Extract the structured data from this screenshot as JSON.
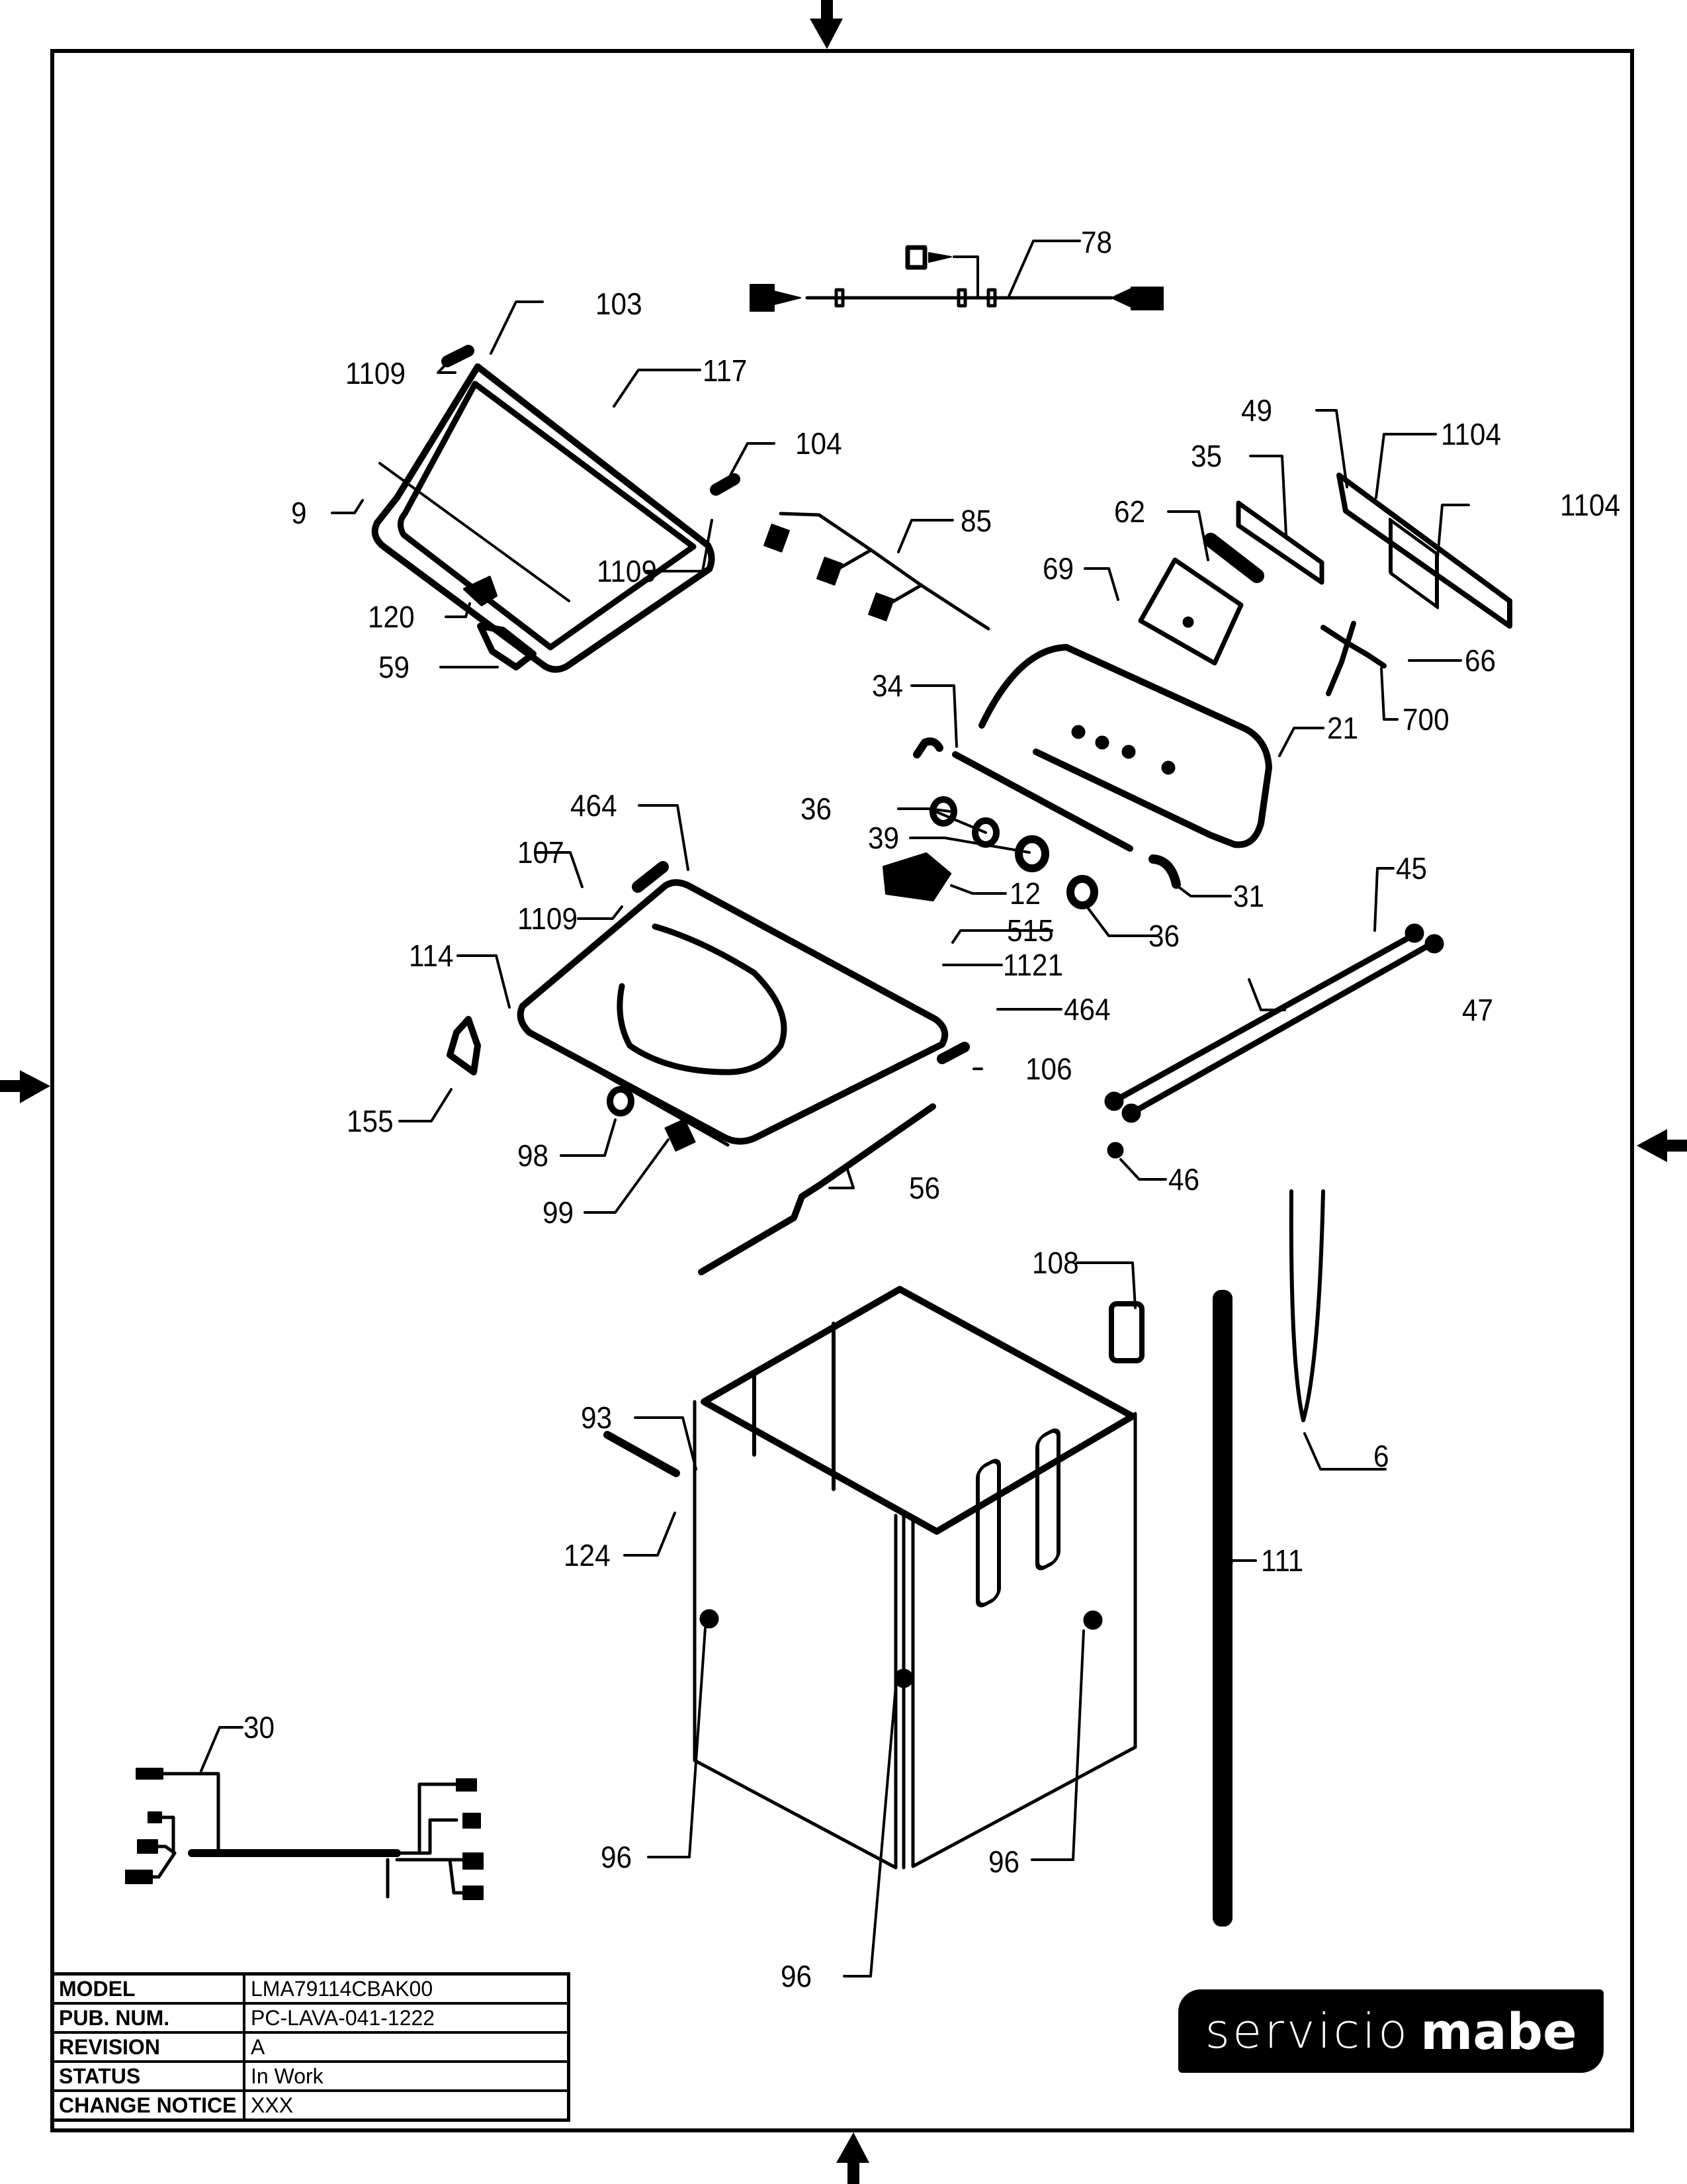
{
  "document": {
    "type": "exploded-parts-diagram",
    "subject": "top-load washing machine cabinet & console"
  },
  "callouts": [
    {
      "id": "c78",
      "label": "78"
    },
    {
      "id": "c103",
      "label": "103"
    },
    {
      "id": "c1109a",
      "label": "1109"
    },
    {
      "id": "c117",
      "label": "117"
    },
    {
      "id": "c104",
      "label": "104"
    },
    {
      "id": "c9",
      "label": "9"
    },
    {
      "id": "c1109b",
      "label": "1109"
    },
    {
      "id": "c120",
      "label": "120"
    },
    {
      "id": "c59",
      "label": "59"
    },
    {
      "id": "c85",
      "label": "85"
    },
    {
      "id": "c49",
      "label": "49"
    },
    {
      "id": "c1104a",
      "label": "1104"
    },
    {
      "id": "c1104b",
      "label": "1104"
    },
    {
      "id": "c35",
      "label": "35"
    },
    {
      "id": "c62",
      "label": "62"
    },
    {
      "id": "c69",
      "label": "69"
    },
    {
      "id": "c66",
      "label": "66"
    },
    {
      "id": "c700",
      "label": "700"
    },
    {
      "id": "c34",
      "label": "34"
    },
    {
      "id": "c21",
      "label": "21"
    },
    {
      "id": "c464a",
      "label": "464"
    },
    {
      "id": "c36a",
      "label": "36"
    },
    {
      "id": "c39",
      "label": "39"
    },
    {
      "id": "c107",
      "label": "107"
    },
    {
      "id": "c12",
      "label": "12"
    },
    {
      "id": "c31",
      "label": "31"
    },
    {
      "id": "c1109c",
      "label": "1109"
    },
    {
      "id": "c515",
      "label": "515"
    },
    {
      "id": "c36b",
      "label": "36"
    },
    {
      "id": "c114",
      "label": "114"
    },
    {
      "id": "c1121",
      "label": "1121"
    },
    {
      "id": "c45",
      "label": "45"
    },
    {
      "id": "c464b",
      "label": "464"
    },
    {
      "id": "c47",
      "label": "47"
    },
    {
      "id": "c106",
      "label": "106"
    },
    {
      "id": "c155",
      "label": "155"
    },
    {
      "id": "c98",
      "label": "98"
    },
    {
      "id": "c46",
      "label": "46"
    },
    {
      "id": "c56",
      "label": "56"
    },
    {
      "id": "c99",
      "label": "99"
    },
    {
      "id": "c108",
      "label": "108"
    },
    {
      "id": "c93",
      "label": "93"
    },
    {
      "id": "c6",
      "label": "6"
    },
    {
      "id": "c124",
      "label": "124"
    },
    {
      "id": "c111",
      "label": "111"
    },
    {
      "id": "c30",
      "label": "30"
    },
    {
      "id": "c96a",
      "label": "96"
    },
    {
      "id": "c96b",
      "label": "96"
    },
    {
      "id": "c96c",
      "label": "96"
    }
  ],
  "title_block": [
    {
      "key": "MODEL",
      "value": "LMA79114CBAK00"
    },
    {
      "key": "PUB. NUM.",
      "value": "PC-LAVA-041-1222"
    },
    {
      "key": "REVISION",
      "value": "A"
    },
    {
      "key": "STATUS",
      "value": "In Work"
    },
    {
      "key": "CHANGE NOTICE",
      "value": "XXX"
    }
  ],
  "logo": {
    "word1": "servicio",
    "word2": "mabe"
  },
  "border_markers": [
    "arrow-top",
    "arrow-bottom",
    "arrow-left",
    "arrow-right"
  ]
}
